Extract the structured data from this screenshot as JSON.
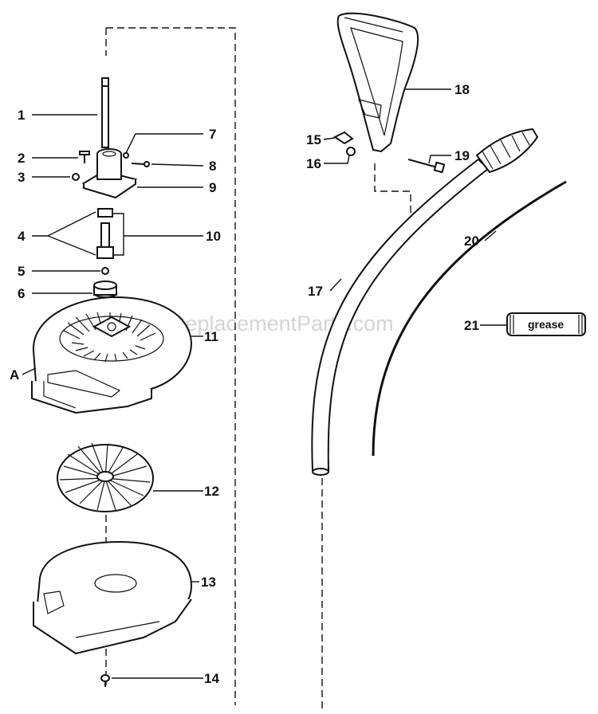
{
  "watermark": "eReplacementParts.com",
  "grease_label": "grease",
  "callouts": {
    "c1": "1",
    "c2": "2",
    "c3": "3",
    "c4": "4",
    "c5": "5",
    "c6": "6",
    "c7": "7",
    "c8": "8",
    "c9": "9",
    "c10": "10",
    "c11": "11",
    "c12": "12",
    "c13": "13",
    "c14": "14",
    "c15": "15",
    "c16": "16",
    "c17": "17",
    "c18": "18",
    "c19": "19",
    "c20": "20",
    "c21": "21",
    "cA": "A"
  }
}
